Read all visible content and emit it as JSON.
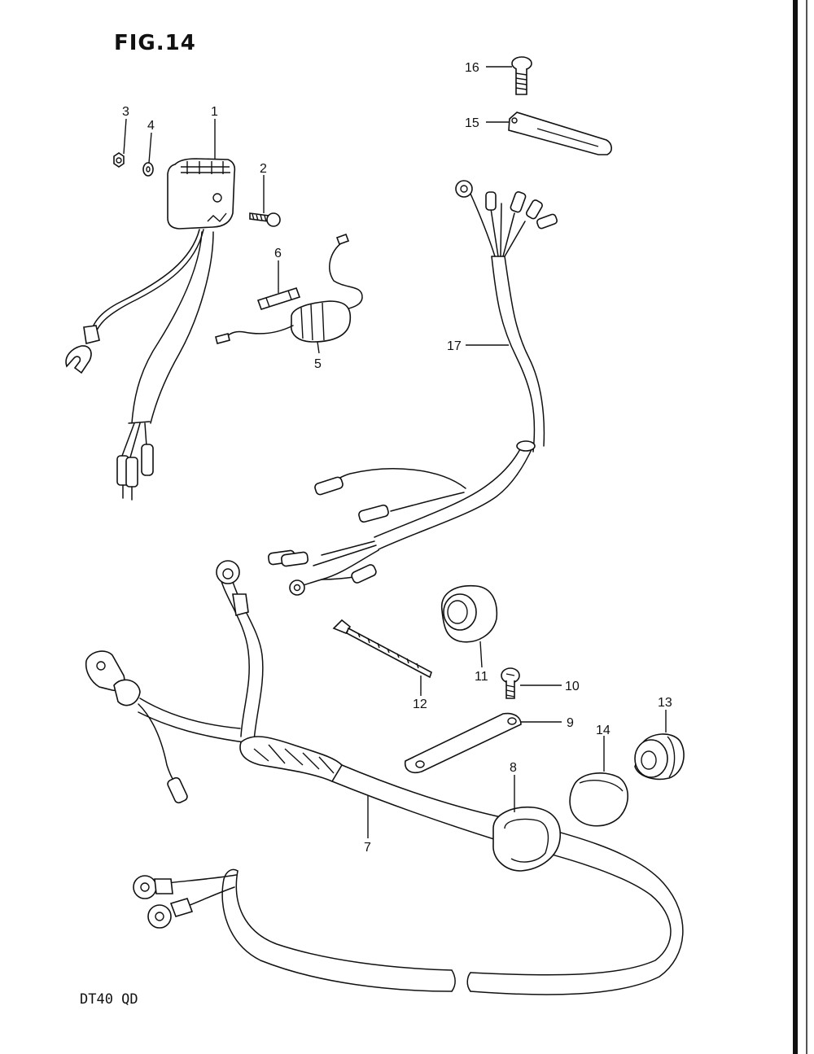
{
  "figure": {
    "title": "FIG.14",
    "model": "DT40 QD"
  },
  "callouts": [
    "1",
    "2",
    "3",
    "4",
    "5",
    "6",
    "7",
    "8",
    "9",
    "10",
    "11",
    "12",
    "13",
    "14",
    "15",
    "16",
    "17"
  ],
  "colors": {
    "ink": "#111111",
    "paper": "#ffffff"
  }
}
